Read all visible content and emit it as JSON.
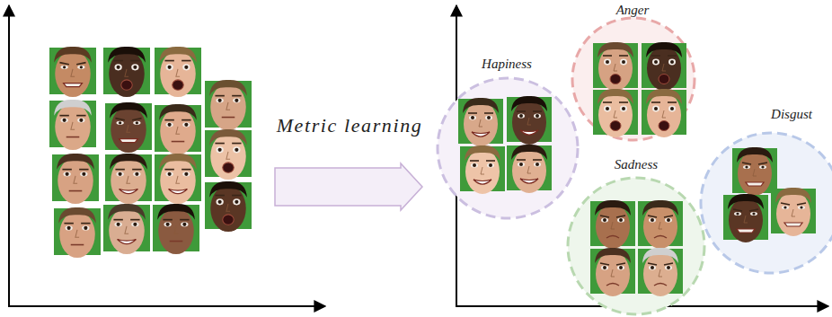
{
  "diagram": {
    "nodes": [
      {
        "text": [
          "Anger"
        ]
      },
      {
        "text": [
          "Hapiness"
        ]
      },
      {
        "text": [
          "Disgust"
        ]
      },
      {
        "text": [
          "Sadness"
        ]
      }
    ],
    "labels": [
      "Metric learning"
    ]
  }
}
